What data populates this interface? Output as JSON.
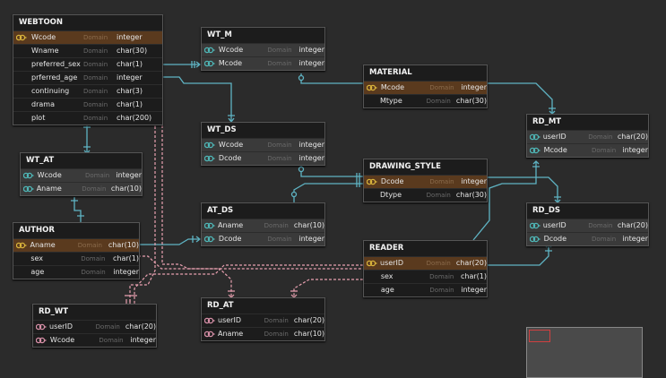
{
  "domain_placeholder_text": "Domain",
  "colors": {
    "relationship_solid": "#5fb4c4",
    "relationship_dashed": "#e8a0b0",
    "pk_key_icon": "#d9b43c",
    "fk_key_icon": "#4fb8b8",
    "pink_key_icon": "#d890a8"
  },
  "entities": {
    "webtoon": {
      "name": "WEBTOON",
      "columns": [
        {
          "name": "Wcode",
          "domain": "Domain",
          "type": "integer",
          "key": "pk"
        },
        {
          "name": "Wname",
          "domain": "Domain",
          "type": "char(30)",
          "key": ""
        },
        {
          "name": "preferred_sex",
          "domain": "Domain",
          "type": "char(1)",
          "key": ""
        },
        {
          "name": "prferred_age",
          "domain": "Domain",
          "type": "integer",
          "key": ""
        },
        {
          "name": "continuing",
          "domain": "Domain",
          "type": "char(3)",
          "key": ""
        },
        {
          "name": "drama",
          "domain": "Domain",
          "type": "char(1)",
          "key": ""
        },
        {
          "name": "plot",
          "domain": "Domain",
          "type": "char(200)",
          "key": ""
        }
      ]
    },
    "wt_m": {
      "name": "WT_M",
      "columns": [
        {
          "name": "Wcode",
          "domain": "Domain",
          "type": "integer",
          "key": "pkfk"
        },
        {
          "name": "Mcode",
          "domain": "Domain",
          "type": "integer",
          "key": "pkfk"
        }
      ]
    },
    "material": {
      "name": "MATERIAL",
      "columns": [
        {
          "name": "Mcode",
          "domain": "Domain",
          "type": "integer",
          "key": "pk"
        },
        {
          "name": "Mtype",
          "domain": "Domain",
          "type": "char(30)",
          "key": ""
        }
      ]
    },
    "rd_mt": {
      "name": "RD_MT",
      "columns": [
        {
          "name": "userID",
          "domain": "Domain",
          "type": "char(20)",
          "key": "pkfk"
        },
        {
          "name": "Mcode",
          "domain": "Domain",
          "type": "integer",
          "key": "pkfk"
        }
      ]
    },
    "wt_ds": {
      "name": "WT_DS",
      "columns": [
        {
          "name": "Wcode",
          "domain": "Domain",
          "type": "integer",
          "key": "pkfk"
        },
        {
          "name": "Dcode",
          "domain": "Domain",
          "type": "integer",
          "key": "pkfk"
        }
      ]
    },
    "wt_at": {
      "name": "WT_AT",
      "columns": [
        {
          "name": "Wcode",
          "domain": "Domain",
          "type": "integer",
          "key": "pkfk"
        },
        {
          "name": "Aname",
          "domain": "Domain",
          "type": "char(10)",
          "key": "pkfk"
        }
      ]
    },
    "drawing_style": {
      "name": "DRAWING_STYLE",
      "columns": [
        {
          "name": "Dcode",
          "domain": "Domain",
          "type": "integer",
          "key": "pk"
        },
        {
          "name": "Dtype",
          "domain": "Domain",
          "type": "char(30)",
          "key": ""
        }
      ]
    },
    "rd_ds": {
      "name": "RD_DS",
      "columns": [
        {
          "name": "userID",
          "domain": "Domain",
          "type": "char(20)",
          "key": "pkfk"
        },
        {
          "name": "Dcode",
          "domain": "Domain",
          "type": "integer",
          "key": "pkfk"
        }
      ]
    },
    "author": {
      "name": "AUTHOR",
      "columns": [
        {
          "name": "Aname",
          "domain": "Domain",
          "type": "char(10)",
          "key": "pk"
        },
        {
          "name": "sex",
          "domain": "Domain",
          "type": "char(1)",
          "key": ""
        },
        {
          "name": "age",
          "domain": "Domain",
          "type": "integer",
          "key": ""
        }
      ]
    },
    "at_ds": {
      "name": "AT_DS",
      "columns": [
        {
          "name": "Aname",
          "domain": "Domain",
          "type": "char(10)",
          "key": "pkfk"
        },
        {
          "name": "Dcode",
          "domain": "Domain",
          "type": "integer",
          "key": "pkfk"
        }
      ]
    },
    "reader": {
      "name": "READER",
      "columns": [
        {
          "name": "userID",
          "domain": "Domain",
          "type": "char(20)",
          "key": "pk"
        },
        {
          "name": "sex",
          "domain": "Domain",
          "type": "char(1)",
          "key": ""
        },
        {
          "name": "age",
          "domain": "Domain",
          "type": "integer",
          "key": ""
        }
      ]
    },
    "rd_wt": {
      "name": "RD_WT",
      "columns": [
        {
          "name": "userID",
          "domain": "Domain",
          "type": "char(20)",
          "key": "pinkfk"
        },
        {
          "name": "Wcode",
          "domain": "Domain",
          "type": "integer",
          "key": "pinkfk"
        }
      ]
    },
    "rd_at": {
      "name": "RD_AT",
      "columns": [
        {
          "name": "userID",
          "domain": "Domain",
          "type": "char(20)",
          "key": "pinkfk"
        },
        {
          "name": "Aname",
          "domain": "Domain",
          "type": "char(10)",
          "key": "pinkfk"
        }
      ]
    }
  }
}
